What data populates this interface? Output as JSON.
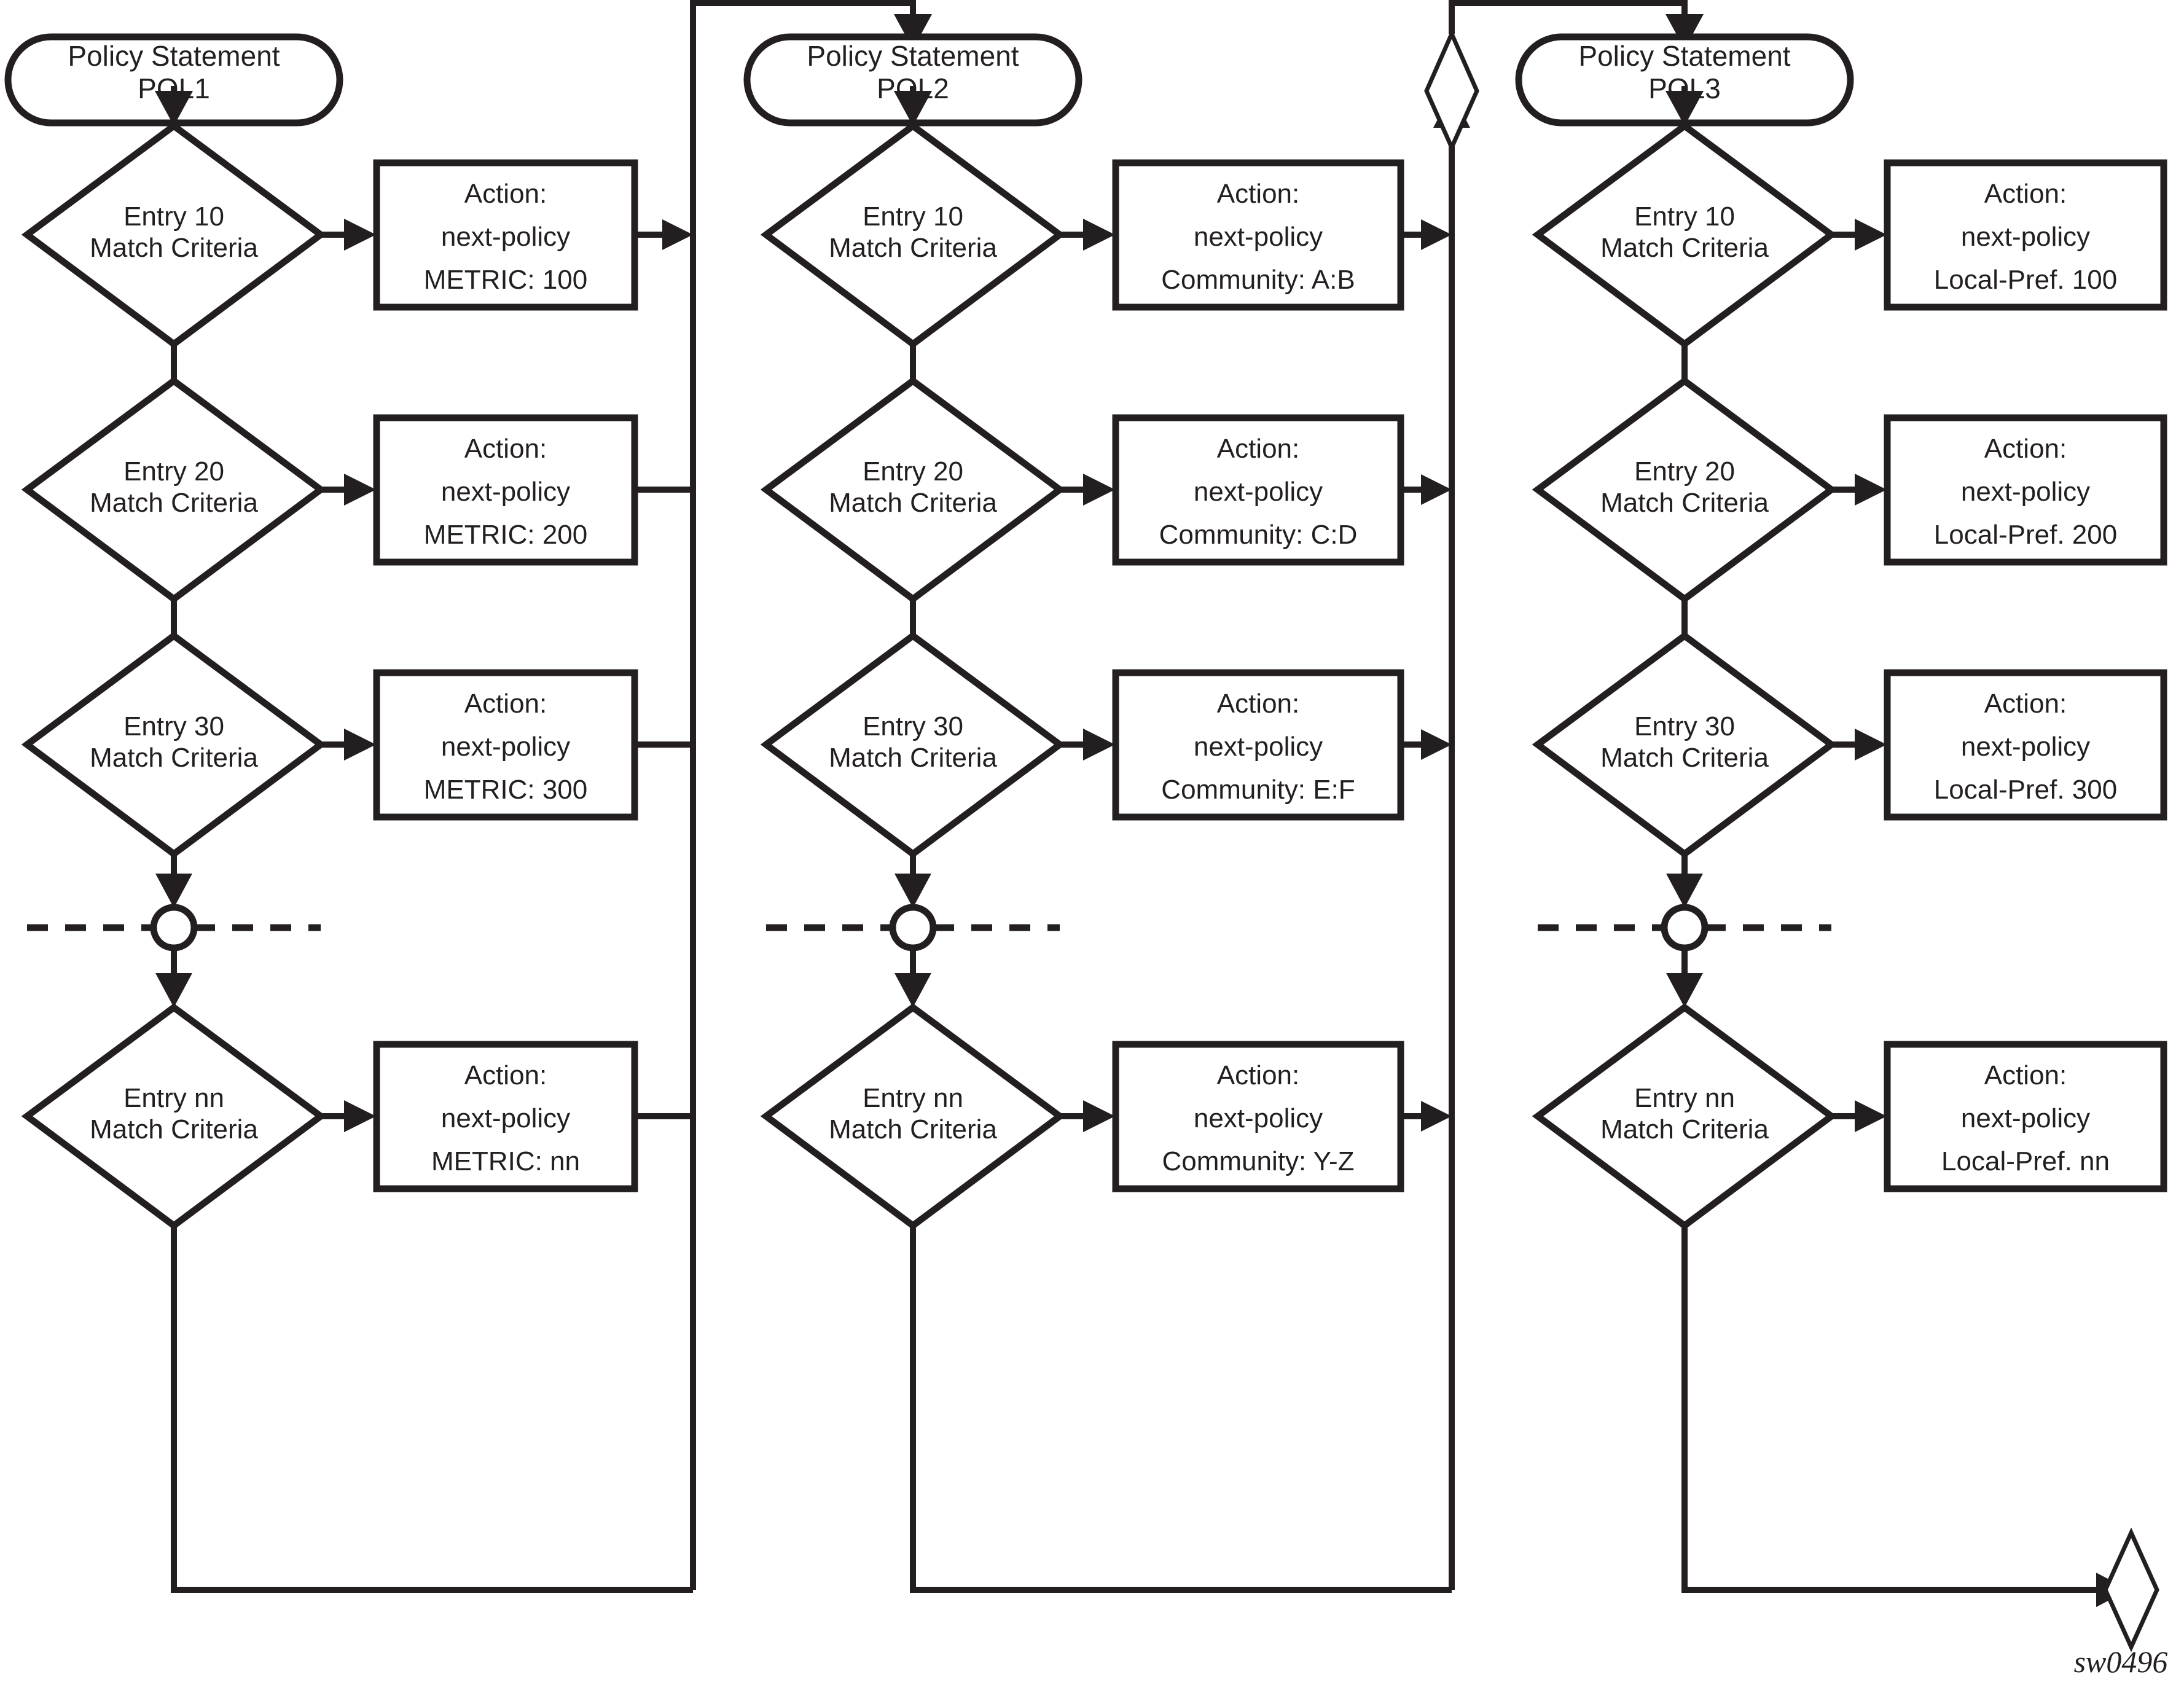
{
  "figure": {
    "id_label": "sw0496",
    "background": "#ffffff",
    "ink_color": "#231f20"
  },
  "columns": [
    {
      "policy": {
        "line1": "Policy Statement",
        "line2": "POL1"
      },
      "entries": [
        {
          "match": {
            "line1": "Entry 10",
            "line2": "Match Criteria"
          },
          "action": {
            "line1": "Action:",
            "line2": "next-policy",
            "line3": "METRIC: 100"
          }
        },
        {
          "match": {
            "line1": "Entry 20",
            "line2": "Match Criteria"
          },
          "action": {
            "line1": "Action:",
            "line2": "next-policy",
            "line3": "METRIC: 200"
          }
        },
        {
          "match": {
            "line1": "Entry 30",
            "line2": "Match Criteria"
          },
          "action": {
            "line1": "Action:",
            "line2": "next-policy",
            "line3": "METRIC: 300"
          }
        },
        {
          "match": {
            "line1": "Entry nn",
            "line2": "Match Criteria"
          },
          "action": {
            "line1": "Action:",
            "line2": "next-policy",
            "line3": "METRIC: nn"
          }
        }
      ]
    },
    {
      "policy": {
        "line1": "Policy Statement",
        "line2": "POL2"
      },
      "entries": [
        {
          "match": {
            "line1": "Entry 10",
            "line2": "Match Criteria"
          },
          "action": {
            "line1": "Action:",
            "line2": "next-policy",
            "line3": "Community: A:B"
          }
        },
        {
          "match": {
            "line1": "Entry 20",
            "line2": "Match Criteria"
          },
          "action": {
            "line1": "Action:",
            "line2": "next-policy",
            "line3": "Community: C:D"
          }
        },
        {
          "match": {
            "line1": "Entry 30",
            "line2": "Match Criteria"
          },
          "action": {
            "line1": "Action:",
            "line2": "next-policy",
            "line3": "Community: E:F"
          }
        },
        {
          "match": {
            "line1": "Entry nn",
            "line2": "Match Criteria"
          },
          "action": {
            "line1": "Action:",
            "line2": "next-policy",
            "line3": "Community: Y-Z"
          }
        }
      ]
    },
    {
      "policy": {
        "line1": "Policy Statement",
        "line2": "POL3"
      },
      "entries": [
        {
          "match": {
            "line1": "Entry 10",
            "line2": "Match Criteria"
          },
          "action": {
            "line1": "Action:",
            "line2": "next-policy",
            "line3": "Local-Pref. 100"
          }
        },
        {
          "match": {
            "line1": "Entry 20",
            "line2": "Match Criteria"
          },
          "action": {
            "line1": "Action:",
            "line2": "next-policy",
            "line3": "Local-Pref. 200"
          }
        },
        {
          "match": {
            "line1": "Entry 30",
            "line2": "Match Criteria"
          },
          "action": {
            "line1": "Action:",
            "line2": "next-policy",
            "line3": "Local-Pref. 300"
          }
        },
        {
          "match": {
            "line1": "Entry nn",
            "line2": "Match Criteria"
          },
          "action": {
            "line1": "Action:",
            "line2": "next-policy",
            "line3": "Local-Pref. nn"
          }
        }
      ]
    }
  ],
  "icons": {
    "ellipsis_connector": "circle-continuation-icon",
    "offpage_connector": "offpage-diamond-icon",
    "terminator": "terminator-diamond-icon"
  }
}
